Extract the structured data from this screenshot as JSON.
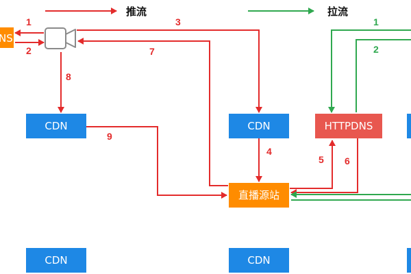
{
  "legend": {
    "push_label": "推流",
    "pull_label": "拉流"
  },
  "nodes": {
    "dns_partial": "NS",
    "cdn_label": "CDN",
    "httpdns_label": "HTTPDNS",
    "origin_label": "直播源站"
  },
  "steps": {
    "s1": "1",
    "s2": "2",
    "s3": "3",
    "s4": "4",
    "s5": "5",
    "s6": "6",
    "s7": "7",
    "s8": "8",
    "s9": "9",
    "g1": "1",
    "g2": "2"
  },
  "colors": {
    "push_red": "#e32b2b",
    "pull_green": "#2fa84f",
    "cdn_blue": "#1e88e5",
    "origin_orange": "#ff8c00",
    "httpdns_red": "#e8574f",
    "camera_gray": "#8a8a8a"
  },
  "icons": {
    "camera": "video-camera-icon"
  }
}
